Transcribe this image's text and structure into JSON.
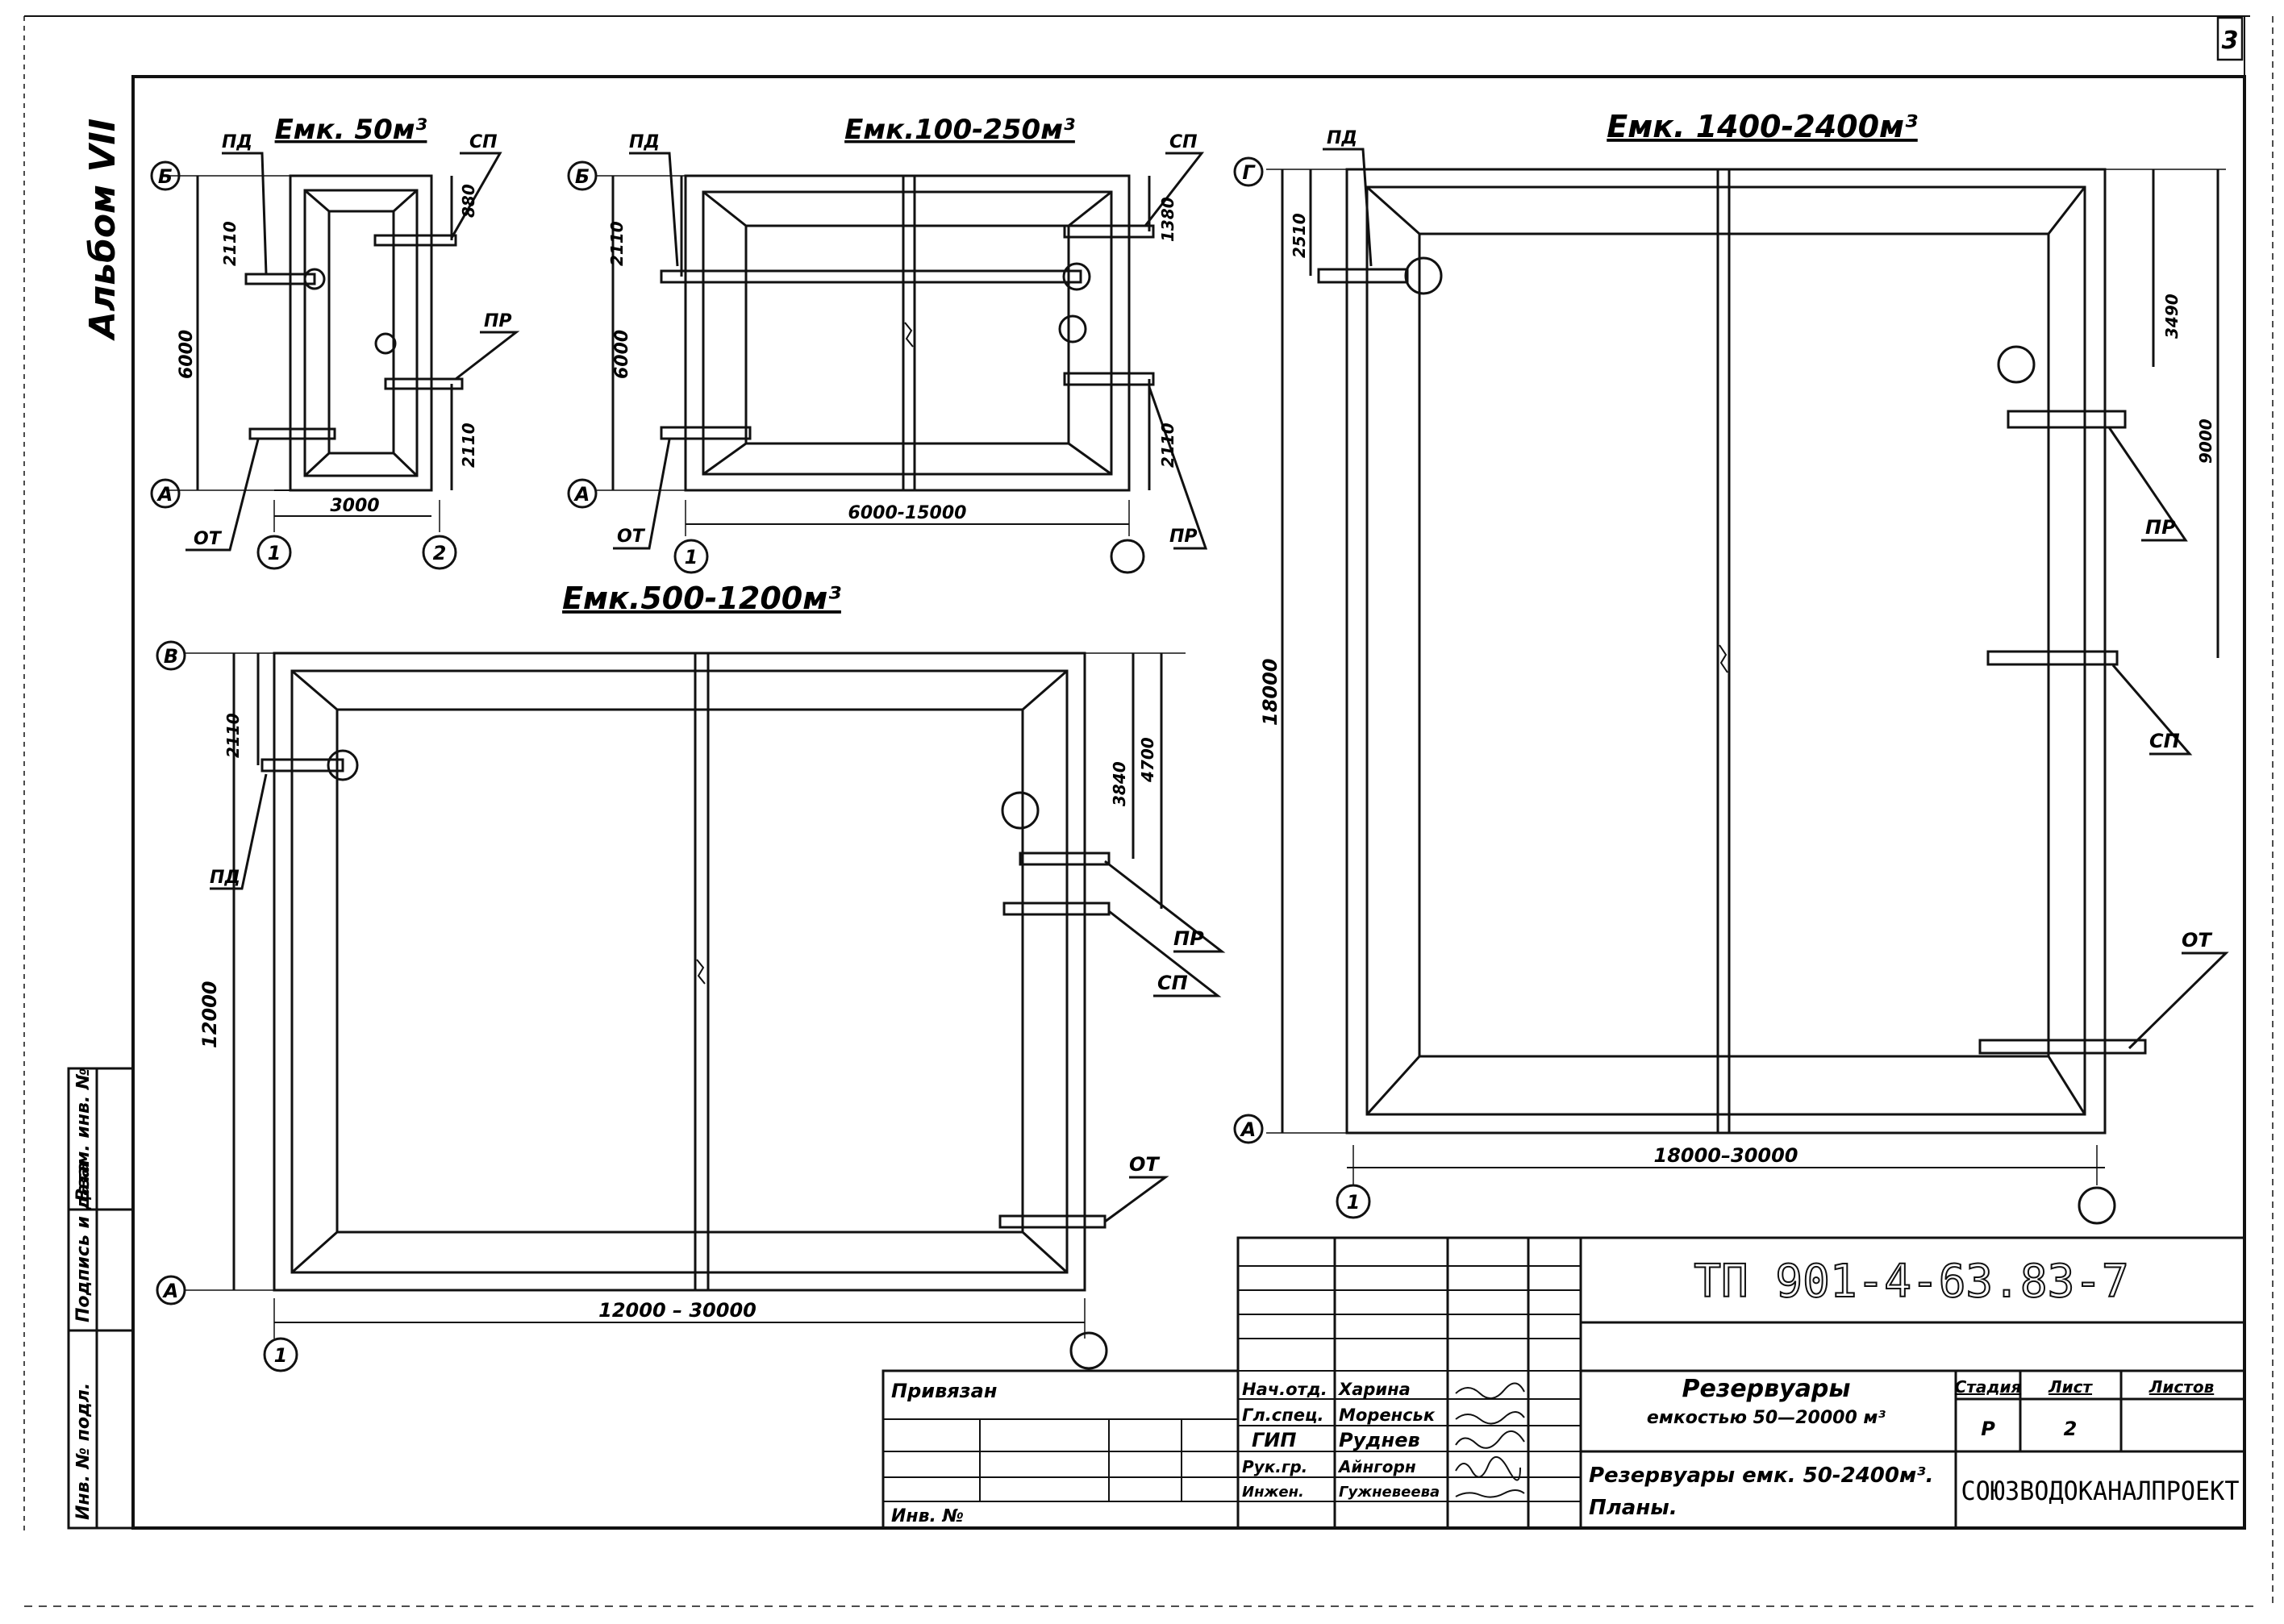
{
  "sheet_number": "3",
  "album": "Альбом VII",
  "side_stamp": [
    "Инв. № подл.",
    "Подпись и дата",
    "Взам. инв. №"
  ],
  "plans": {
    "p50": {
      "title": "Емк. 50м³",
      "axes": {
        "top": "Б",
        "bottom": "A",
        "left": "1",
        "right": "2"
      },
      "dims": {
        "width": "3000",
        "height": "6000",
        "pd": "2110",
        "sp": "880",
        "pr": "2110"
      },
      "labels": {
        "pd": "ПД",
        "sp": "СП",
        "pr": "ПР",
        "ot": "ОТ"
      }
    },
    "p100": {
      "title": "Емк.100-250м³",
      "axes": {
        "top": "Б",
        "bottom": "A",
        "left": "1"
      },
      "dims": {
        "width": "6000-15000",
        "height": "6000",
        "pd": "2110",
        "sp": "1380",
        "pr": "2110"
      },
      "labels": {
        "pd": "ПД",
        "sp": "СП",
        "pr": "ПР",
        "ot": "ОТ"
      }
    },
    "p500": {
      "title": "Емк.500-1200м³",
      "axes": {
        "top": "В",
        "bottom": "A",
        "left": "1"
      },
      "dims": {
        "width": "12000 – 30000",
        "height": "12000",
        "pd": "2110",
        "sp": "3840",
        "pr": "4700"
      },
      "labels": {
        "pd": "ПД",
        "sp": "СП",
        "pr": "ПР",
        "ot": "ОТ"
      }
    },
    "p1400": {
      "title": "Емк. 1400-2400м³",
      "axes": {
        "top": "Г",
        "bottom": "A",
        "left": "1"
      },
      "dims": {
        "width": "18000–30000",
        "height": "18000",
        "pd": "2510",
        "sp": "9000",
        "pr": "3490"
      },
      "labels": {
        "pd": "ПД",
        "sp": "СП",
        "pr": "ПР",
        "ot": "ОТ"
      }
    }
  },
  "title_block": {
    "doc_code": "ТП 901-4-63.83-7",
    "privyazan": "Привязан",
    "inv_no": "Инв. №",
    "roles": [
      {
        "role": "Нач.отд.",
        "name": "Харина"
      },
      {
        "role": "Гл.спец.",
        "name": "Моренськ"
      },
      {
        "role": "ГИП",
        "name": "Руднев"
      },
      {
        "role": "Рук.гр.",
        "name": "Айнгорн"
      },
      {
        "role": "Инжен.",
        "name": "Гужневеева"
      }
    ],
    "project_title_1": "Резервуары",
    "project_title_2": "емкостью 50—20000 м³",
    "sheet_title_1": "Резервуары емк. 50-2400м³.",
    "sheet_title_2": "Планы.",
    "stage_label": "Стадия",
    "sheet_label": "Лист",
    "sheets_label": "Листов",
    "stage": "Р",
    "sheet": "2",
    "organization": "СОЮЗВОДОКАНАЛПРОЕКТ"
  }
}
